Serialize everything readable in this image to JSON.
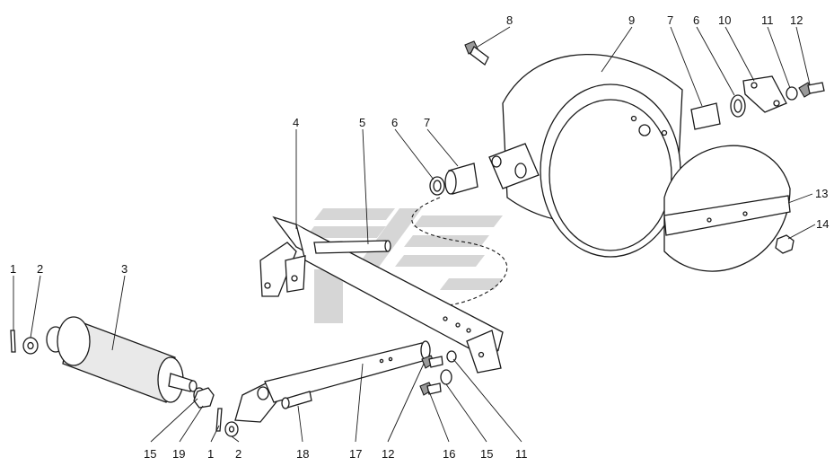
{
  "labels": [
    {
      "key": "l1a",
      "text": "1"
    },
    {
      "key": "l2a",
      "text": "2"
    },
    {
      "key": "l3",
      "text": "3"
    },
    {
      "key": "l4",
      "text": "4"
    },
    {
      "key": "l5",
      "text": "5"
    },
    {
      "key": "l6a",
      "text": "6"
    },
    {
      "key": "l7a",
      "text": "7"
    },
    {
      "key": "l8",
      "text": "8"
    },
    {
      "key": "l9",
      "text": "9"
    },
    {
      "key": "l7b",
      "text": "7"
    },
    {
      "key": "l6b",
      "text": "6"
    },
    {
      "key": "l10",
      "text": "10"
    },
    {
      "key": "l11a",
      "text": "11"
    },
    {
      "key": "l12a",
      "text": "12"
    },
    {
      "key": "l13",
      "text": "13"
    },
    {
      "key": "l14",
      "text": "14"
    },
    {
      "key": "l15a",
      "text": "15"
    },
    {
      "key": "l19",
      "text": "19"
    },
    {
      "key": "l1b",
      "text": "1"
    },
    {
      "key": "l2b",
      "text": "2"
    },
    {
      "key": "l18",
      "text": "18"
    },
    {
      "key": "l17",
      "text": "17"
    },
    {
      "key": "l12b",
      "text": "12"
    },
    {
      "key": "l16",
      "text": "16"
    },
    {
      "key": "l15b",
      "text": "15"
    },
    {
      "key": "l11b",
      "text": "11"
    }
  ]
}
